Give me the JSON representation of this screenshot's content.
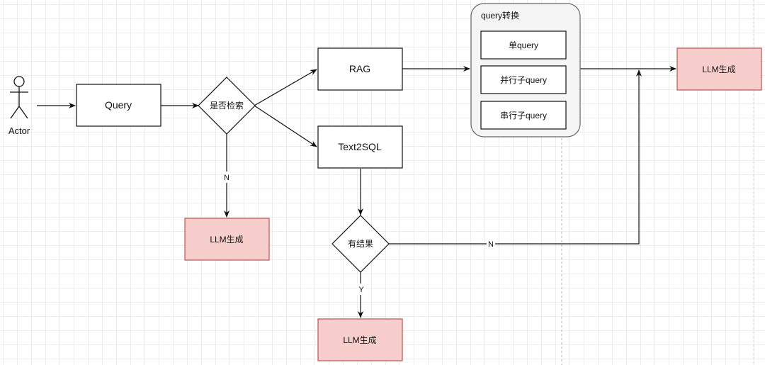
{
  "actor": {
    "label": "Actor"
  },
  "nodes": {
    "query": "Query",
    "retrieve_decision": "是否检索",
    "rag": "RAG",
    "text2sql": "Text2SQL",
    "has_result": "有结果",
    "llm_left": "LLM生成",
    "llm_bottom": "LLM生成",
    "llm_right": "LLM生成"
  },
  "query_transform": {
    "title": "query转换",
    "items": [
      "单query",
      "并行子query",
      "串行子query"
    ]
  },
  "edge_labels": {
    "retrieve_no": "N",
    "result_no": "N",
    "result_yes": "Y"
  },
  "colors": {
    "line": "#111111",
    "llm_fill": "#f8cecc",
    "llm_stroke": "#b85450",
    "group_fill": "#f5f5f5",
    "group_stroke": "#666666"
  }
}
